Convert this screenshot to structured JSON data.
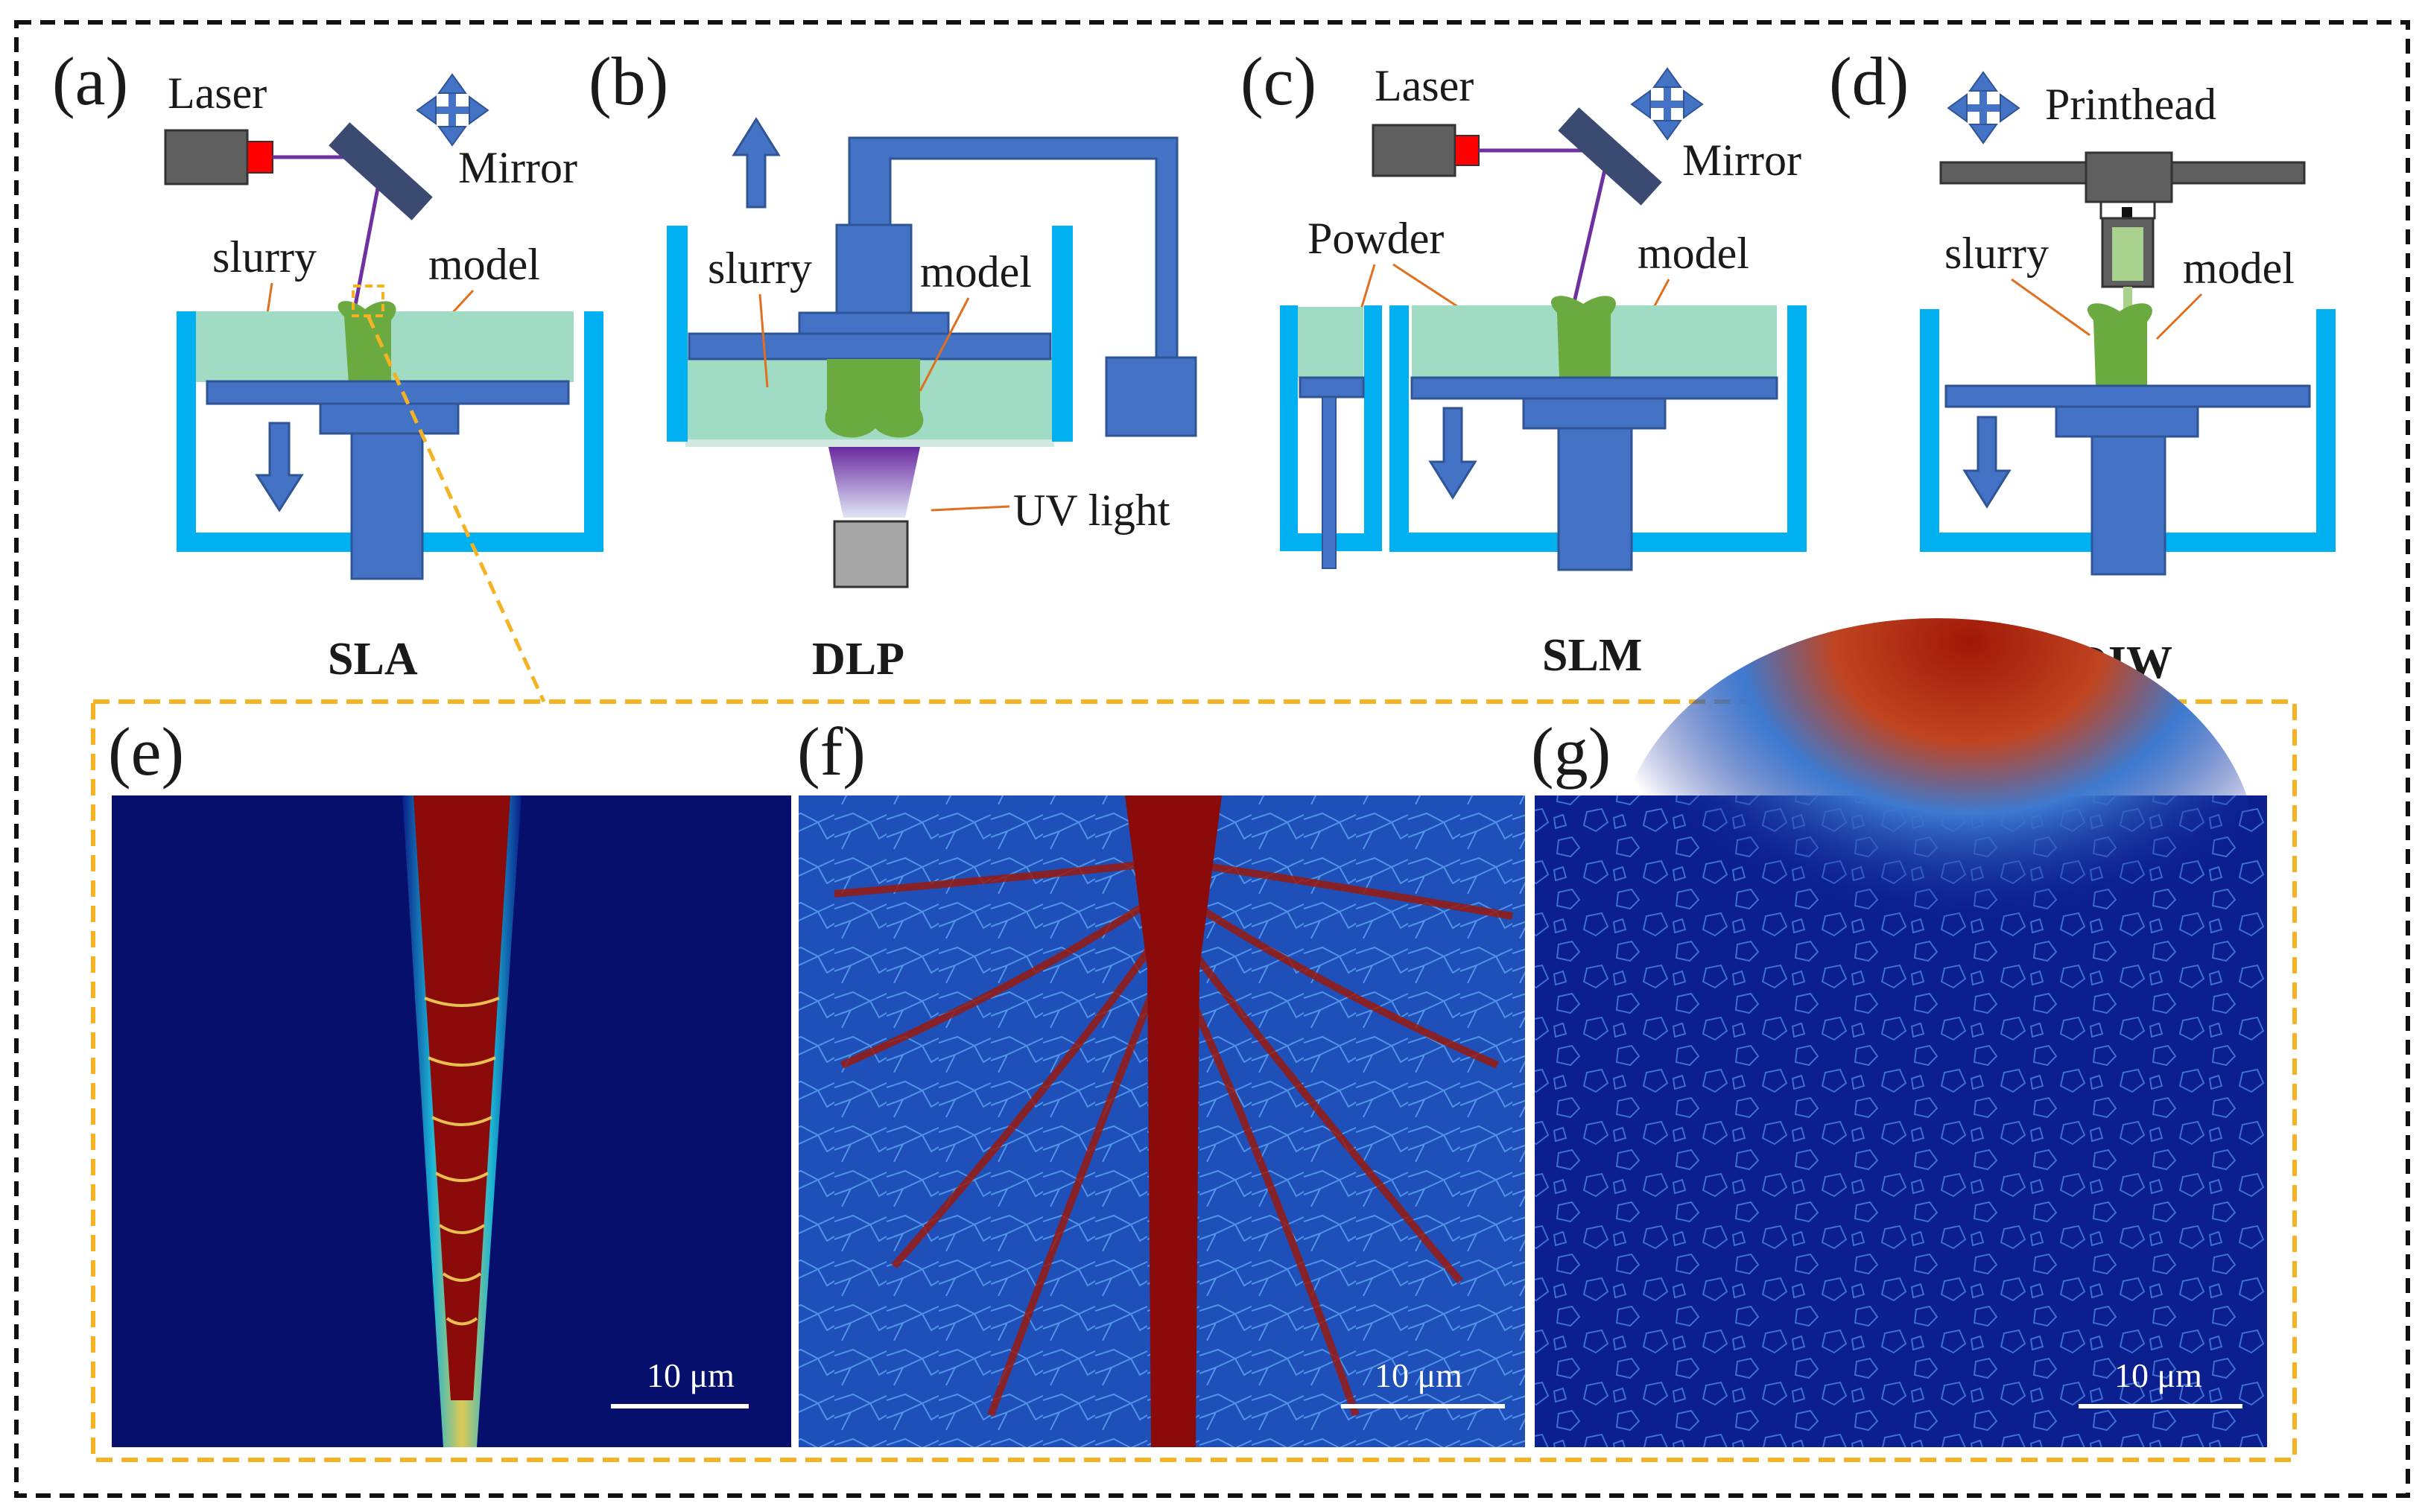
{
  "panels": {
    "a": {
      "letter": "(a)",
      "laser": "Laser",
      "mirror": "Mirror",
      "slurry": "slurry",
      "model": "model",
      "method": "SLA"
    },
    "b": {
      "letter": "(b)",
      "slurry": "slurry",
      "model": "model",
      "uv": "UV light",
      "method": "DLP"
    },
    "c": {
      "letter": "(c)",
      "laser": "Laser",
      "mirror": "Mirror",
      "powder": "Powder",
      "model": "model",
      "method": "SLM"
    },
    "d": {
      "letter": "(d)",
      "printhead": "Printhead",
      "slurry": "slurry",
      "model": "model",
      "method": "DIW"
    },
    "e": {
      "letter": "(e)",
      "scale": "10 μm"
    },
    "f": {
      "letter": "(f)",
      "scale": "10 μm"
    },
    "g": {
      "letter": "(g)",
      "scale": "10 μm"
    }
  },
  "colors": {
    "machine_blue": "#4472c4",
    "tank_cyan": "#00b0f0",
    "slurry_green": "#a0dcc4",
    "model_green": "#6aaa40",
    "laser_body": "#5f5f5f",
    "laser_tip": "#ff0000",
    "beam": "#7030a0",
    "zoom_outline": "#f5b324",
    "sim_deep_blue": "#08106e",
    "sim_red": "#8b0a0a"
  }
}
